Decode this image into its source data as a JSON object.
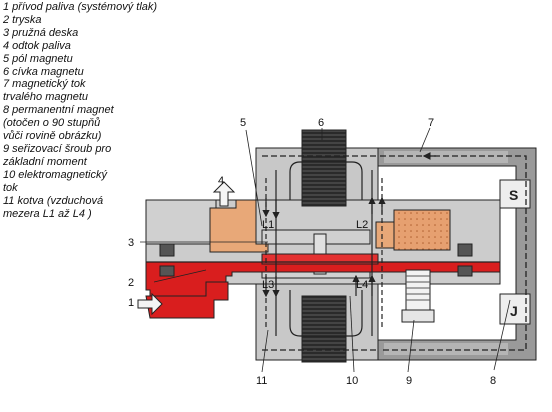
{
  "legend": [
    "1 přívod paliva (systémový tlak)",
    "2 tryska",
    "3 pružná deska",
    "4 odtok paliva",
    "5 pól magnetu",
    "6 cívka magnetu",
    "7 magnetický tok\ntrvalého magnetu",
    "8 permanentní magnet\n(otočen o 90 stupňů\nvůči rovině obrázku)",
    "9 seřizovací šroub pro\nzákladní moment",
    "10 elektromagnetický\ntok",
    "11 kotva (vzduchová\nmezera L1 až L4 )"
  ],
  "callouts": {
    "n1": "1",
    "n2": "2",
    "n3": "3",
    "n4": "4",
    "n5": "5",
    "n6": "6",
    "n7": "7",
    "n8": "8",
    "n9": "9",
    "n10": "10",
    "n11": "11"
  },
  "pole_labels": {
    "south": "S",
    "north": "J"
  },
  "gap_labels": {
    "l1": "L1",
    "l2": "L2",
    "l3": "L3",
    "l4": "L4"
  },
  "colors": {
    "body": "#c8c8c8",
    "magnet_frame": "#9a9a9a",
    "fuel_red": "#d91e1e",
    "orange_block": "#e8a878",
    "coil_dark": "#3a3a3a",
    "flow_lines": "#222222"
  }
}
